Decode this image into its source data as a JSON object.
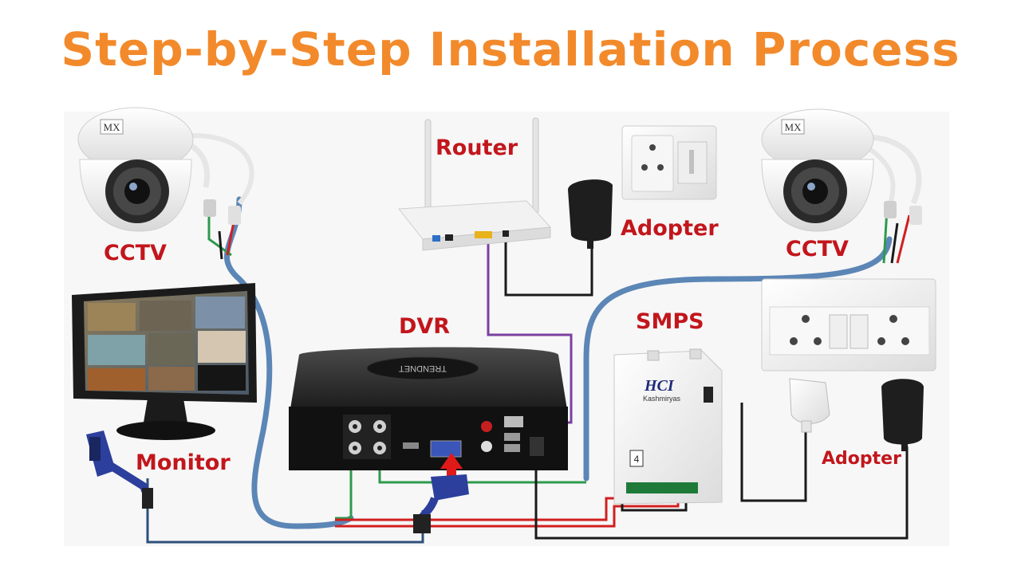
{
  "title": "Step-by-Step Installation Process",
  "colors": {
    "title": "#f28a2c",
    "label": "#c2161c",
    "coax": "#5b86b6",
    "power_red": "#d21f1f",
    "green_wire": "#2e9a4c",
    "black_wire": "#1a1a1a",
    "purple_lan": "#7b3fa0",
    "vga_blue": "#2c3f9c"
  },
  "labels": {
    "router": "Router",
    "adopter_top": "Adopter",
    "cctv_left": "CCTV",
    "cctv_right": "CCTV",
    "dvr": "DVR",
    "smps": "SMPS",
    "monitor": "Monitor",
    "adopter_bottom": "Adopter"
  },
  "device_text": {
    "camera_brand": "MX",
    "smps_brand": "HCI",
    "smps_sub": "Kashmiryas",
    "smps_channels": "4",
    "dvr_brand": "TRENDNET"
  },
  "icons": [
    "cctv-dome-camera",
    "wifi-router",
    "power-adapter",
    "wall-socket",
    "dvr-recorder",
    "smps-power-supply",
    "lcd-monitor",
    "vga-connector",
    "power-plug",
    "arrow-up-icon"
  ]
}
